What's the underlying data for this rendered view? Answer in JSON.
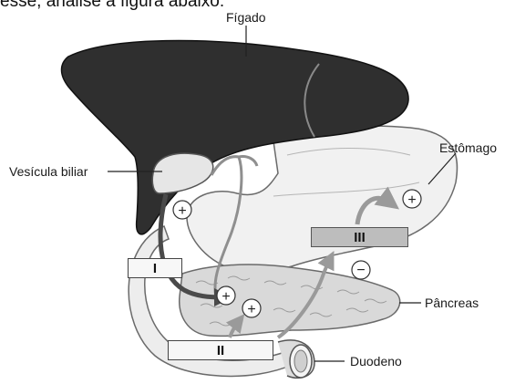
{
  "header": {
    "caption": "esse, analise a figura abaixo:"
  },
  "labels": {
    "liver": "Fígado",
    "gallbladder": "Vesícula biliar",
    "stomach": "Estômago",
    "pancreas": "Pâncreas",
    "duodenum": "Duodeno"
  },
  "boxes": {
    "box_1": "I",
    "box_2": "II",
    "box_3": "III"
  },
  "signs": {
    "plus": "+",
    "minus": "−"
  },
  "colors": {
    "liver": "#2f2f2f",
    "box_iii": "#bdbdbd",
    "arrows": "#4a4a4a"
  }
}
